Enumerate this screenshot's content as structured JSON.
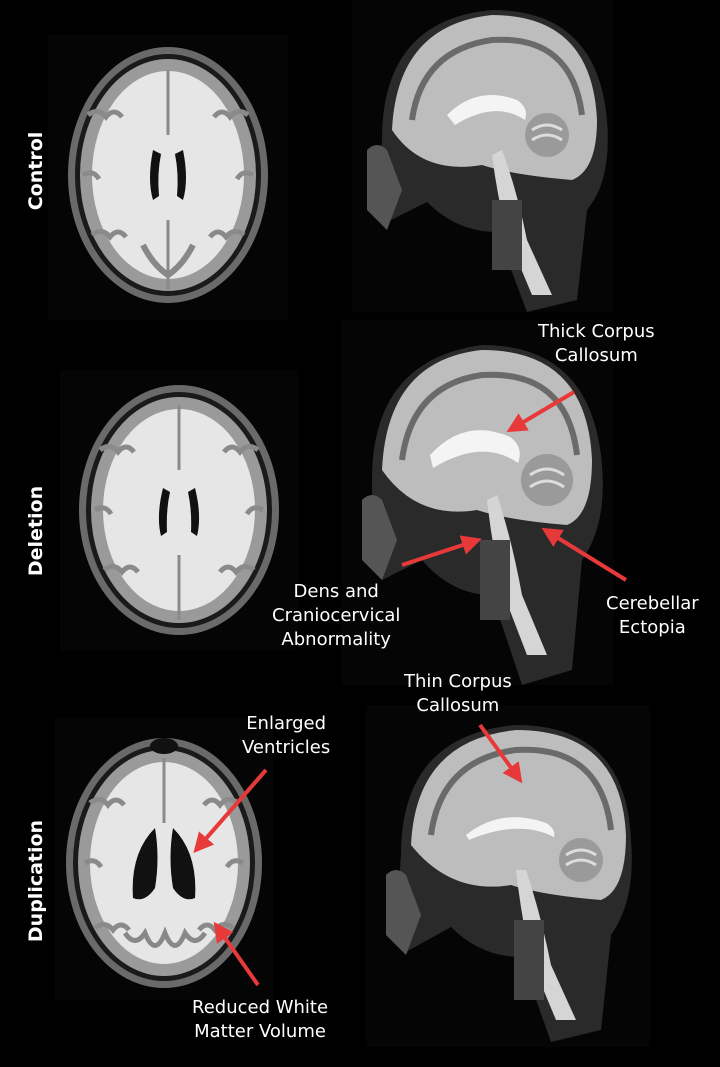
{
  "rows": [
    {
      "label": "Control"
    },
    {
      "label": "Deletion"
    },
    {
      "label": "Duplication"
    }
  ],
  "annotations": {
    "thick_cc_line1": "Thick Corpus",
    "thick_cc_line2": "Callosum",
    "dens_line1": "Dens and",
    "dens_line2": "Craniocervical",
    "dens_line3": "Abnormality",
    "ectopia_line1": "Cerebellar",
    "ectopia_line2": "Ectopia",
    "thin_cc_line1": "Thin Corpus",
    "thin_cc_line2": "Callosum",
    "ventricles_line1": "Enlarged",
    "ventricles_line2": "Ventricles",
    "white_matter_line1": "Reduced White",
    "white_matter_line2": "Matter Volume"
  },
  "colors": {
    "background": "#000000",
    "arrow": "#e8393a",
    "text": "#ffffff"
  }
}
